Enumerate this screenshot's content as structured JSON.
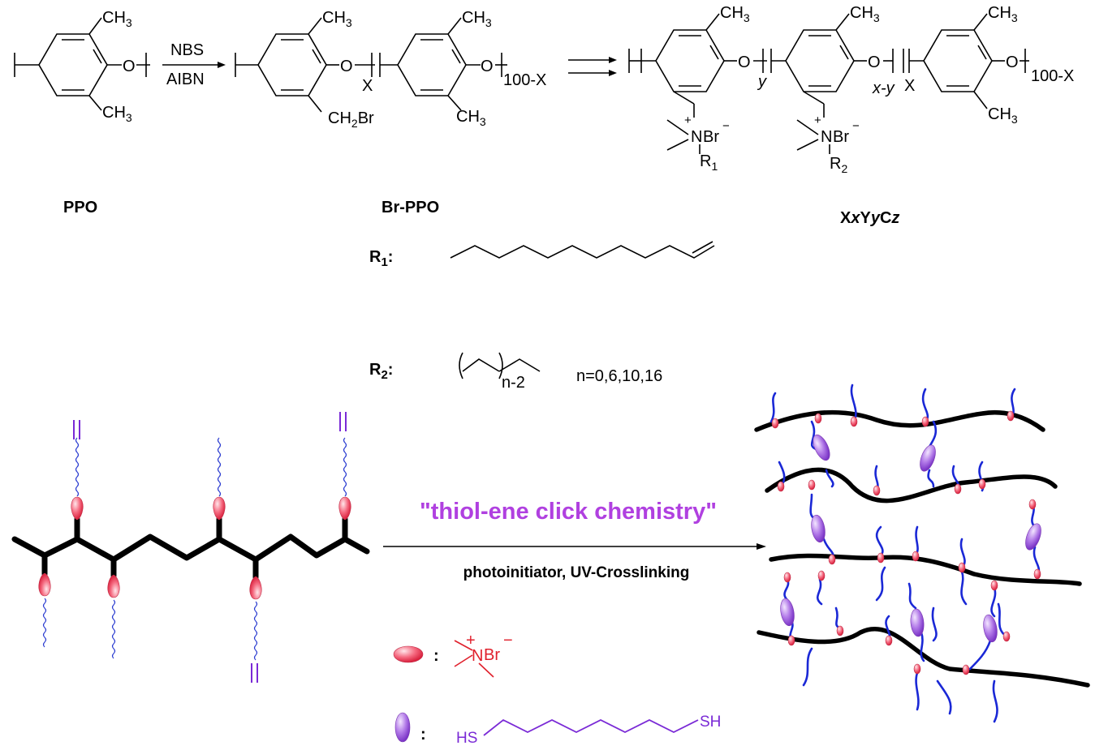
{
  "labels": {
    "ppo": "PPO",
    "brppo": "Br-PPO",
    "product_a": "X",
    "product_b": "x",
    "product_c": "Y",
    "product_d": "y",
    "product_e": "C",
    "product_f": "z",
    "r1": "R",
    "r1_sub": "1",
    "r2": "R",
    "r2_sub": "2",
    "colon": ":",
    "n_values": "n=0,6,10,16",
    "n_sub": "n-2"
  },
  "reaction": {
    "reagent_top": "NBS",
    "reagent_bottom": "AIBN",
    "click_label": "\"thiol-ene click chemistry\"",
    "conditions": "photoinitiator, UV-Crosslinking"
  },
  "atoms": {
    "ch3": "CH",
    "ch3_sub": "3",
    "o": "O",
    "ch2br_a": "CH",
    "ch2br_sub": "2",
    "ch2br_b": "Br",
    "x": "X",
    "hundred_minus_x": "100-X",
    "y": "y",
    "x_minus_y": "x-y",
    "n_plus": "+",
    "n": "N",
    "br": "Br",
    "minus": "−",
    "sh": "SH",
    "hs": "HS"
  },
  "legend": {
    "sep": ":"
  },
  "colors": {
    "pink_group": "#f0405a",
    "purple_group": "#9b55e0",
    "click_text": "#b040e0",
    "blue_chain": "#1a28d6",
    "red_ammonium": "#e0202c"
  }
}
